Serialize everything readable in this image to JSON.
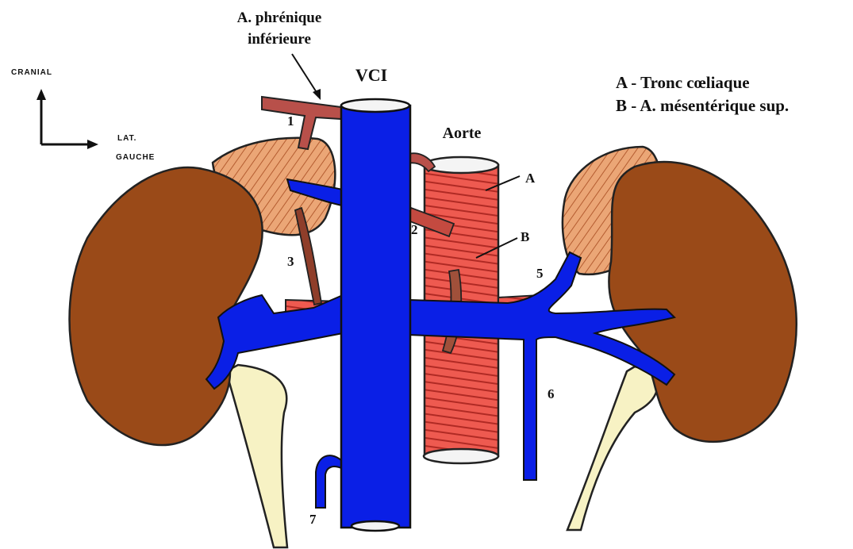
{
  "orientation": {
    "up_label": "CRANIAL",
    "side_label_line1": "LAT.",
    "side_label_line2": "GAUCHE"
  },
  "labels": {
    "phrenic_line1": "A. phrénique",
    "phrenic_line2": "inférieure",
    "vci": "VCI",
    "aorta": "Aorte",
    "a": "A",
    "b": "B"
  },
  "legend": {
    "a": "A - Tronc cœliaque",
    "b": "B - A. mésentérique sup."
  },
  "numbers": [
    "1",
    "2",
    "3",
    "5",
    "6",
    "7"
  ],
  "colors": {
    "kidney": "#9a4a18",
    "adrenal": "#eba676",
    "vein": "#0a1fe6",
    "artery": "#e8524a",
    "ureter": "#f7f2c4",
    "phrenic_artery": "#b8504a"
  }
}
